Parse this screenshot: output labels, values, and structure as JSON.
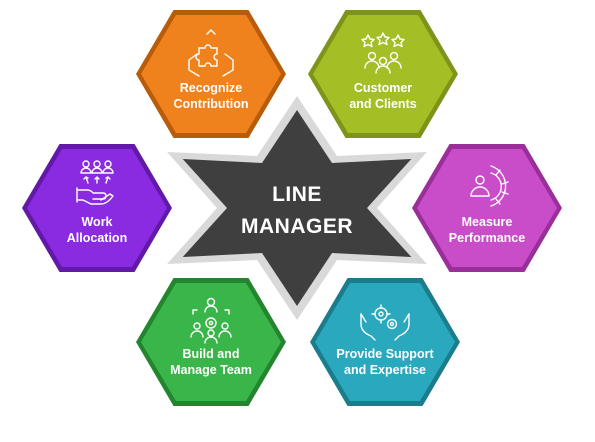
{
  "center": {
    "line1": "LINE",
    "line2": "MANAGER",
    "color": "#3f3f3f",
    "shadow_color": "#d9d9d9"
  },
  "nodes": [
    {
      "id": "recognize-contribution",
      "lines": [
        "Recognize",
        "Contribution"
      ],
      "fill": "#f0821e",
      "border": "#b85c0a",
      "icon": "puzzle-hands-icon"
    },
    {
      "id": "customer-clients",
      "lines": [
        "Customer",
        "and Clients"
      ],
      "fill": "#a4be25",
      "border": "#7d931a",
      "icon": "customer-rating-icon"
    },
    {
      "id": "measure-performance",
      "lines": [
        "Measure",
        "Performance"
      ],
      "fill": "#c94dc9",
      "border": "#9a2f9a",
      "icon": "performance-gauge-icon"
    },
    {
      "id": "provide-support",
      "lines": [
        "Provide Support",
        "and Expertise"
      ],
      "fill": "#2aa8bd",
      "border": "#1b7c8c",
      "icon": "gears-hands-icon"
    },
    {
      "id": "build-team",
      "lines": [
        "Build and",
        "Manage Team"
      ],
      "fill": "#3ab54a",
      "border": "#23862f",
      "icon": "team-gear-icon"
    },
    {
      "id": "work-allocation",
      "lines": [
        "Work",
        "Allocation"
      ],
      "fill": "#8a2be2",
      "border": "#6219a8",
      "icon": "work-allocation-icon"
    }
  ]
}
